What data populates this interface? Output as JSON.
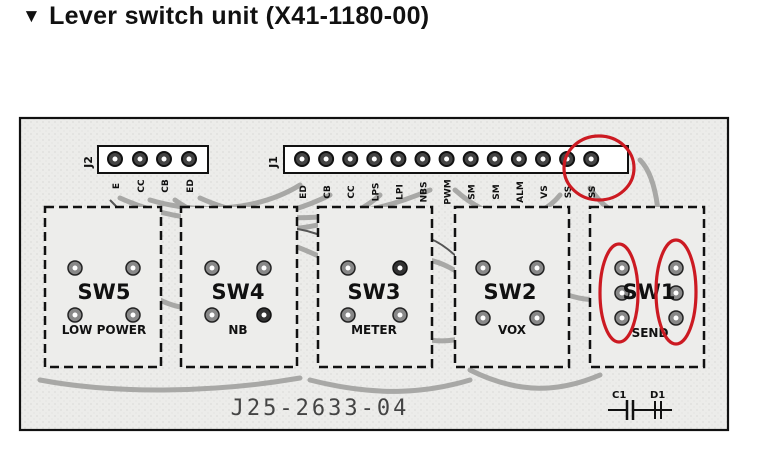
{
  "title": {
    "marker": "▼",
    "text": "Lever switch unit (X41-1180-00)"
  },
  "board": {
    "part_number": "J25-2633-04",
    "connector_j2": {
      "label": "J2",
      "pins": [
        "E",
        "CC",
        "CB",
        "ED"
      ]
    },
    "connector_j1": {
      "label": "J1",
      "pins": [
        "ED",
        "CB",
        "CC",
        "LPS",
        "LPI",
        "NBS",
        "PWM",
        "SM",
        "SM",
        "ALM",
        "VS",
        "SS",
        "SS"
      ]
    },
    "switches": [
      {
        "name": "SW5",
        "label": "LOW POWER"
      },
      {
        "name": "SW4",
        "label": "NB"
      },
      {
        "name": "SW3",
        "label": "METER"
      },
      {
        "name": "SW2",
        "label": "VOX"
      },
      {
        "name": "SW1",
        "label": "SEND"
      }
    ],
    "components": {
      "capacitor": "C1",
      "diode": "D1"
    }
  },
  "colors": {
    "board": "#e9e9e6",
    "trace": "#9a9a9a",
    "outline": "#111111",
    "highlight": "#cc1a22"
  }
}
